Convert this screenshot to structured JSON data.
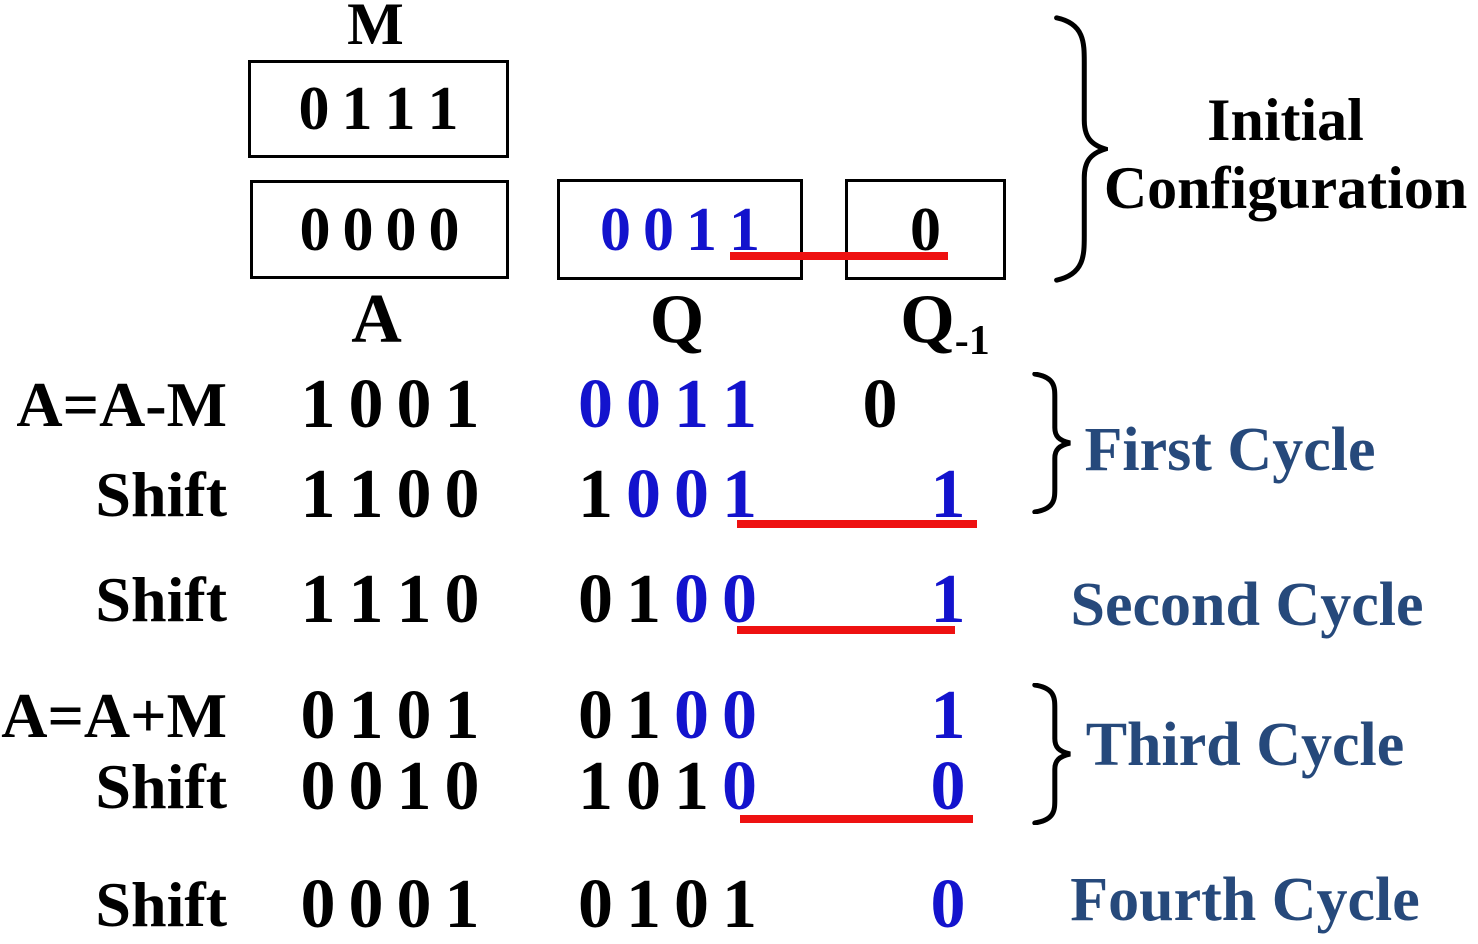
{
  "registers": {
    "m_label": "M",
    "m_bits": [
      {
        "bit": "0",
        "color": "black"
      },
      {
        "bit": "1",
        "color": "black"
      },
      {
        "bit": "1",
        "color": "black"
      },
      {
        "bit": "1",
        "color": "black"
      }
    ],
    "a_bits": [
      {
        "bit": "0",
        "color": "black"
      },
      {
        "bit": "0",
        "color": "black"
      },
      {
        "bit": "0",
        "color": "black"
      },
      {
        "bit": "0",
        "color": "black"
      }
    ],
    "q_bits": [
      {
        "bit": "0",
        "color": "blue"
      },
      {
        "bit": "0",
        "color": "blue"
      },
      {
        "bit": "1",
        "color": "blue"
      },
      {
        "bit": "1",
        "color": "blue"
      }
    ],
    "q1_bits": [
      {
        "bit": "0",
        "color": "black"
      }
    ],
    "a_header": "A",
    "q_header": "Q",
    "q1_header_base": "Q",
    "q1_header_sub": "-1"
  },
  "rows": [
    {
      "op": "A=A-M",
      "a": [
        {
          "bit": "1",
          "color": "black"
        },
        {
          "bit": "0",
          "color": "black"
        },
        {
          "bit": "0",
          "color": "black"
        },
        {
          "bit": "1",
          "color": "black"
        }
      ],
      "q": [
        {
          "bit": "0",
          "color": "blue"
        },
        {
          "bit": "0",
          "color": "blue"
        },
        {
          "bit": "1",
          "color": "blue"
        },
        {
          "bit": "1",
          "color": "blue"
        }
      ],
      "q1": [
        {
          "bit": "0",
          "color": "black"
        }
      ]
    },
    {
      "op": "Shift",
      "a": [
        {
          "bit": "1",
          "color": "black"
        },
        {
          "bit": "1",
          "color": "black"
        },
        {
          "bit": "0",
          "color": "black"
        },
        {
          "bit": "0",
          "color": "black"
        }
      ],
      "q": [
        {
          "bit": "1",
          "color": "black"
        },
        {
          "bit": "0",
          "color": "blue"
        },
        {
          "bit": "0",
          "color": "blue"
        },
        {
          "bit": "1",
          "color": "blue"
        }
      ],
      "q1": [
        {
          "bit": "1",
          "color": "blue"
        }
      ]
    },
    {
      "op": "Shift",
      "a": [
        {
          "bit": "1",
          "color": "black"
        },
        {
          "bit": "1",
          "color": "black"
        },
        {
          "bit": "1",
          "color": "black"
        },
        {
          "bit": "0",
          "color": "black"
        }
      ],
      "q": [
        {
          "bit": "0",
          "color": "black"
        },
        {
          "bit": "1",
          "color": "black"
        },
        {
          "bit": "0",
          "color": "blue"
        },
        {
          "bit": "0",
          "color": "blue"
        }
      ],
      "q1": [
        {
          "bit": "1",
          "color": "blue"
        }
      ]
    },
    {
      "op": "A=A+M",
      "a": [
        {
          "bit": "0",
          "color": "black"
        },
        {
          "bit": "1",
          "color": "black"
        },
        {
          "bit": "0",
          "color": "black"
        },
        {
          "bit": "1",
          "color": "black"
        }
      ],
      "q": [
        {
          "bit": "0",
          "color": "black"
        },
        {
          "bit": "1",
          "color": "black"
        },
        {
          "bit": "0",
          "color": "blue"
        },
        {
          "bit": "0",
          "color": "blue"
        }
      ],
      "q1": [
        {
          "bit": "1",
          "color": "blue"
        }
      ]
    },
    {
      "op": "Shift",
      "a": [
        {
          "bit": "0",
          "color": "black"
        },
        {
          "bit": "0",
          "color": "black"
        },
        {
          "bit": "1",
          "color": "black"
        },
        {
          "bit": "0",
          "color": "black"
        }
      ],
      "q": [
        {
          "bit": "1",
          "color": "black"
        },
        {
          "bit": "0",
          "color": "black"
        },
        {
          "bit": "1",
          "color": "black"
        },
        {
          "bit": "0",
          "color": "blue"
        }
      ],
      "q1": [
        {
          "bit": "0",
          "color": "blue"
        }
      ]
    },
    {
      "op": "Shift",
      "a": [
        {
          "bit": "0",
          "color": "black"
        },
        {
          "bit": "0",
          "color": "black"
        },
        {
          "bit": "0",
          "color": "black"
        },
        {
          "bit": "1",
          "color": "black"
        }
      ],
      "q": [
        {
          "bit": "0",
          "color": "black"
        },
        {
          "bit": "1",
          "color": "black"
        },
        {
          "bit": "0",
          "color": "black"
        },
        {
          "bit": "1",
          "color": "black"
        }
      ],
      "q1": [
        {
          "bit": "0",
          "color": "blue"
        }
      ]
    }
  ],
  "annotations": {
    "initial_config_line1": "Initial",
    "initial_config_line2": "Configuration",
    "first_cycle": "First Cycle",
    "second_cycle": "Second Cycle",
    "third_cycle": "Third Cycle",
    "fourth_cycle": "Fourth Cycle"
  },
  "colors": {
    "digit_blue": "#1313cd",
    "cycle_navy": "#26497b",
    "underline_red": "#ee1111",
    "text_black": "#000000"
  }
}
